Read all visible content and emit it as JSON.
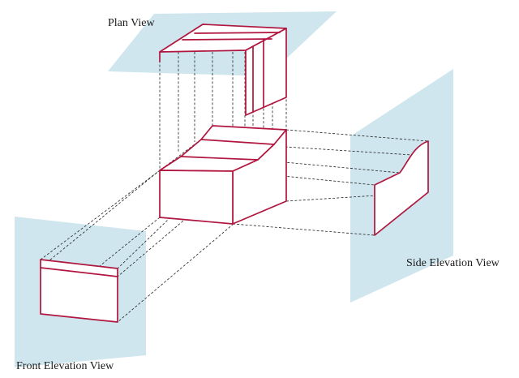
{
  "labels": {
    "plan": "Plan View",
    "side": "Side Elevation View",
    "front": "Front Elevation View"
  },
  "colors": {
    "plane_fill": "#cfe6ee",
    "object_outline": "#b0163f",
    "projector_line": "#222222"
  }
}
